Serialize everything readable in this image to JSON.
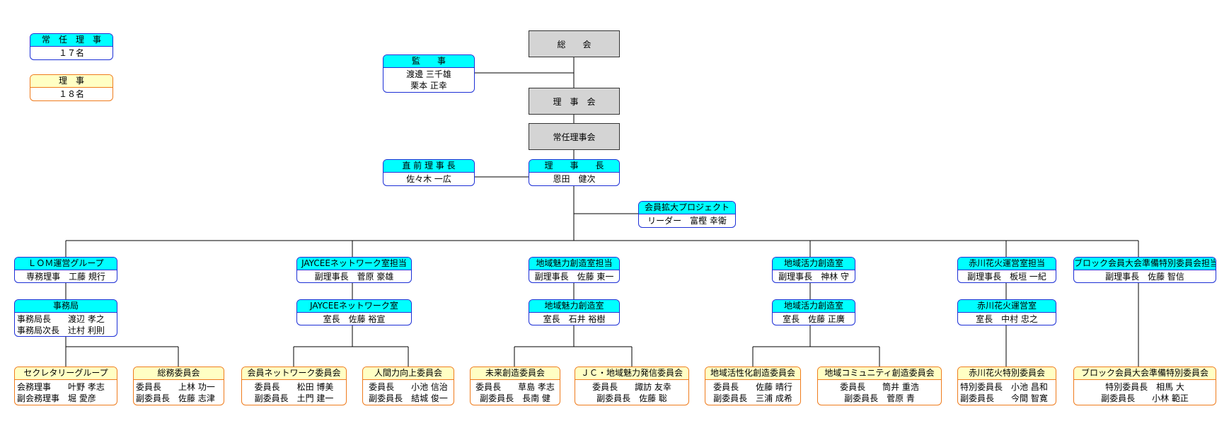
{
  "legend": {
    "joninriji": {
      "title": "常　任　理　事",
      "value": "１７名"
    },
    "riji": {
      "title": "理　事",
      "value": "１８名"
    }
  },
  "top": {
    "soukai": "総　　会",
    "rijikai": "理　事　会",
    "joninrijikai": "常任理事会"
  },
  "kanji": {
    "title": "監　　事",
    "lines": [
      "渡邊 三千雄",
      "栗本 正幸"
    ]
  },
  "rijicho": {
    "title": "理　　事　　長",
    "lines": [
      "恩田　健次"
    ]
  },
  "chokuzen": {
    "title": "直 前 理 事 長",
    "lines": [
      "佐々木 一広"
    ]
  },
  "project": {
    "title": "会員拡大プロジェクト",
    "lines": [
      "リーダー　富樫 幸衛"
    ]
  },
  "divisions": [
    {
      "title": "ＬＯＭ運営グループ",
      "lines": [
        "専務理事　工藤 規行"
      ]
    },
    {
      "title": "JAYCEEネットワーク室担当",
      "lines": [
        "副理事長　菅原 豪雄"
      ]
    },
    {
      "title": "地域魅力創造室担当",
      "lines": [
        "副理事長　佐藤 東一"
      ]
    },
    {
      "title": "地域活力創造室",
      "lines": [
        "副理事長　神林 守"
      ]
    },
    {
      "title": "赤川花火運営室担当",
      "lines": [
        "副理事長　板垣 一紀"
      ]
    },
    {
      "title": "ブロック会員大会準備特別委員会担当",
      "lines": [
        "副理事長　佐藤 智信"
      ]
    }
  ],
  "offices": [
    {
      "title": "事務局",
      "lines": [
        "事務局長　　渡辺 孝之",
        "事務局次長　辻村 利則"
      ]
    },
    {
      "title": "JAYCEEネットワーク室",
      "lines": [
        "室長　佐藤 裕宣"
      ]
    },
    {
      "title": "地域魅力創造室",
      "lines": [
        "室長　石井 裕樹"
      ]
    },
    {
      "title": "地域活力創造室",
      "lines": [
        "室長　佐藤 正廣"
      ]
    },
    {
      "title": "赤川花火運営室",
      "lines": [
        "室長　中村 忠之"
      ]
    }
  ],
  "committees": [
    {
      "title": "セクレタリーグループ",
      "lines": [
        "会務理事　　叶野 孝志",
        "副会務理事　堀 愛彦"
      ]
    },
    {
      "title": "総務委員会",
      "lines": [
        "委員長　　上林 功一",
        "副委員長　佐藤 志津"
      ]
    },
    {
      "title": "会員ネットワーク委員会",
      "lines": [
        "委員長　　松田 博美",
        "副委員長　土門 建一"
      ]
    },
    {
      "title": "人間力向上委員会",
      "lines": [
        "委員長　　小池 信治",
        "副委員長　結城 俊一"
      ]
    },
    {
      "title": "未来創造委員会",
      "lines": [
        "委員長　　草島 孝志",
        "副委員長　長南 健"
      ]
    },
    {
      "title": "ＪＣ・地域魅力発信委員会",
      "lines": [
        "委員長　　諏訪 友幸",
        "副委員長　佐藤 聡"
      ]
    },
    {
      "title": "地域活性化創造委員会",
      "lines": [
        "委員長　　佐藤 晴行",
        "副委員長　三浦 成希"
      ]
    },
    {
      "title": "地域コミュニティ創造委員会",
      "lines": [
        "委員長　　筒井 重浩",
        "副委員長　菅原 青"
      ]
    },
    {
      "title": "赤川花火特別委員会",
      "lines": [
        "特別委員長　小池 昌和",
        "副委員長　　今間 智寛"
      ]
    },
    {
      "title": "ブロック会員大会準備特別委員会",
      "lines": [
        "特別委員長　相馬 大",
        "副委員長　　小林 範正"
      ]
    }
  ]
}
